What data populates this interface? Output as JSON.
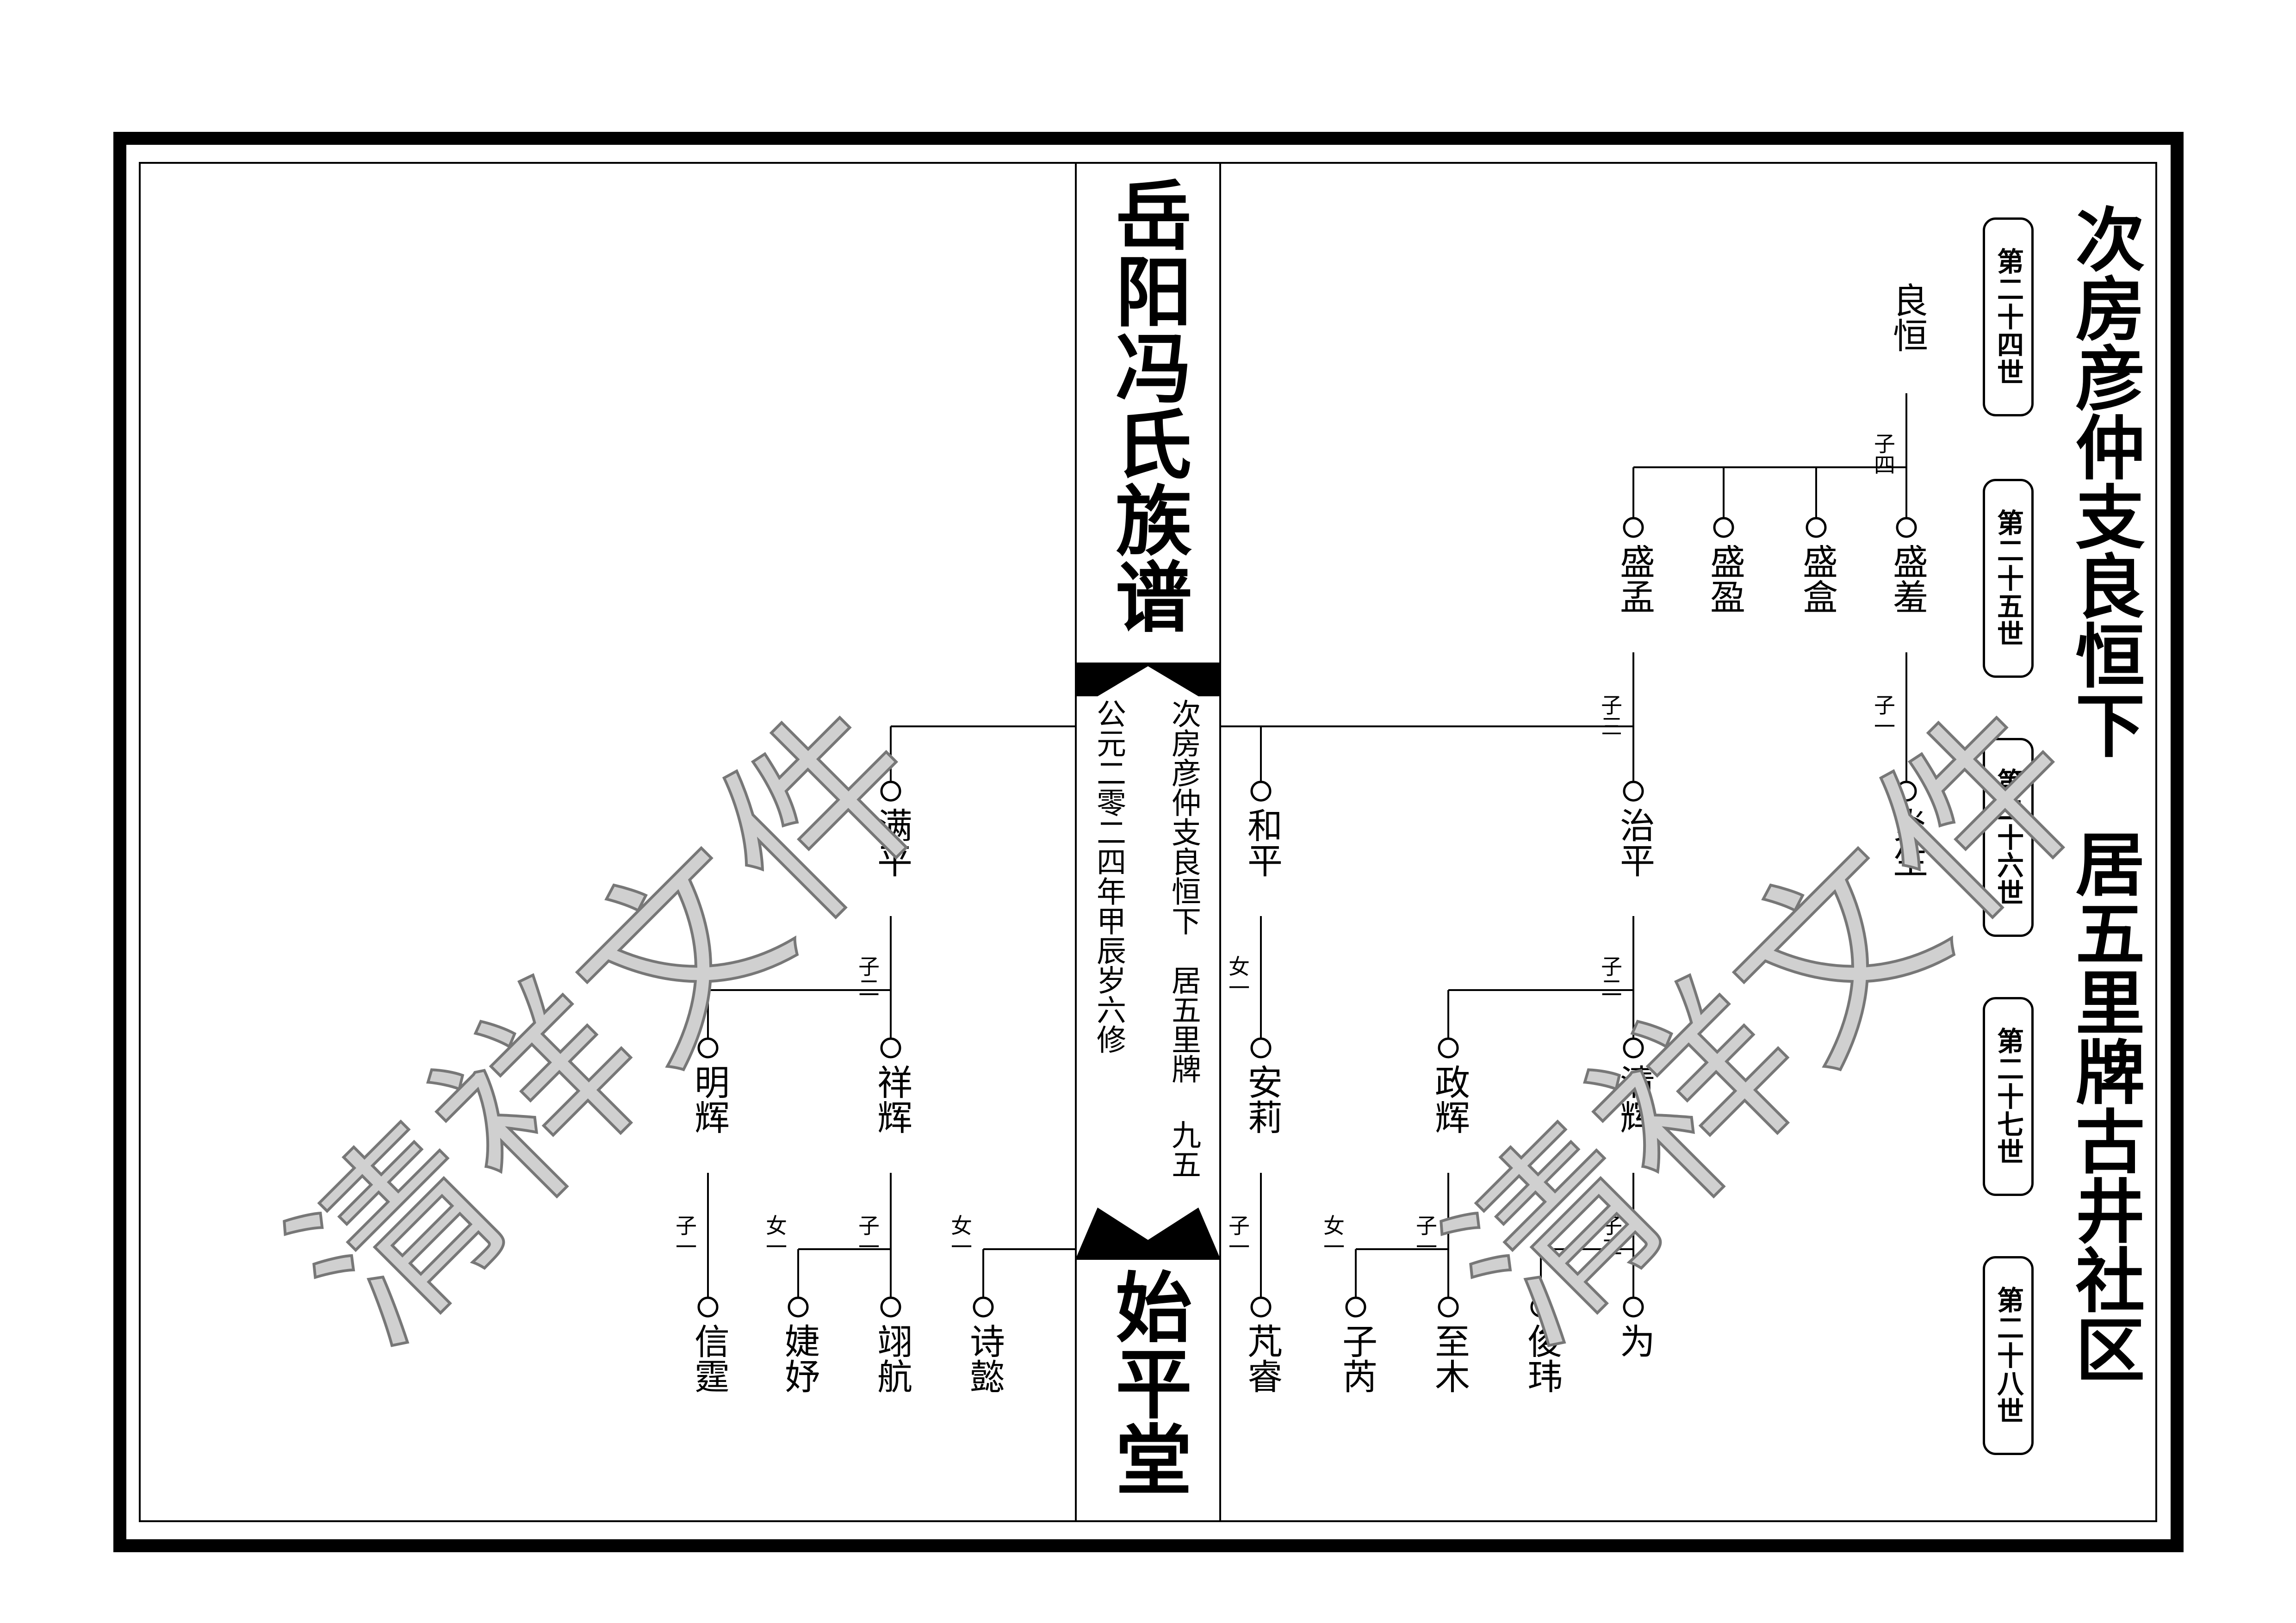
{
  "spine": {
    "title": "岳阳冯氏族谱",
    "hall": "始平堂",
    "branch_note": "次房彦仲支良恒下　居五里牌",
    "page_number": "九五",
    "revision_note": "公元二零二四年甲辰岁六修"
  },
  "header": {
    "title": "次房彦仲支良恒下　居五里牌古井社区"
  },
  "generations": [
    "第二十四世",
    "第二十五世",
    "第二十六世",
    "第二十七世",
    "第二十八世"
  ],
  "watermark": "清祥文件",
  "people": {
    "gen24": [
      "良恒"
    ],
    "gen25": [
      "盛羞",
      "盛盒",
      "盛盈",
      "盛孟"
    ],
    "gen26": [
      "炎生",
      "治平",
      "和平",
      "满平"
    ],
    "gen27": [
      "清辉",
      "政辉",
      "安莉",
      "祥辉",
      "明辉"
    ],
    "gen28": [
      "为",
      "俊玮",
      "至木",
      "子芮",
      "芃睿",
      "诗懿",
      "翊航",
      "婕妤",
      "信霆"
    ]
  },
  "relation_labels": {
    "lianghen_children": "子四",
    "shengxiu_children": "子一",
    "shengmeng_children": "子三",
    "zhiping_children": "子二",
    "heping_children": "女一",
    "manping_children": "子二",
    "qinghui_children": "子二",
    "zhenghui_son": "子一",
    "zhenghui_daughter": "女一",
    "anli_children": "子一",
    "shiyi_daughter": "女一",
    "xianghui_son": "子一",
    "xianghui_daughter": "女一",
    "minghui_children": "子一"
  }
}
